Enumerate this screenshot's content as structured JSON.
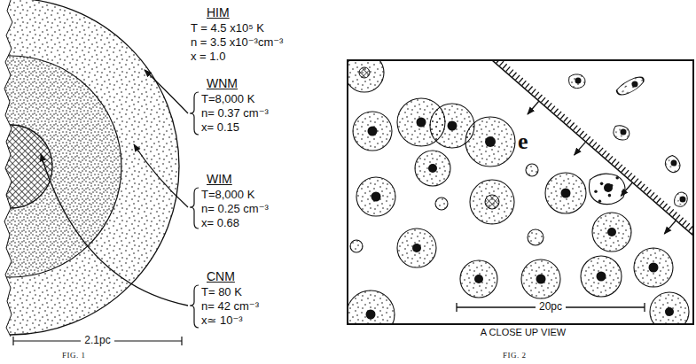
{
  "diagram": {
    "labels": [
      "HIM",
      "T = 4.5 x10⁵ K",
      "n = 3.5 x10⁻³cm⁻³",
      "x = 1.0",
      "WNM",
      "T=8,000 K",
      "n= 0.37 cm⁻³",
      "x= 0.15",
      "WIM",
      "T=8,000 K",
      "n= 0.25 cm⁻³",
      "x= 0.68",
      "CNM",
      "T= 80 K",
      "n= 42 cm⁻³",
      "x≃ 10⁻³",
      "2.1pc",
      "FIG. 1",
      "e",
      "20pc",
      "A CLOSE UP VIEW",
      "FIG. 2"
    ]
  }
}
